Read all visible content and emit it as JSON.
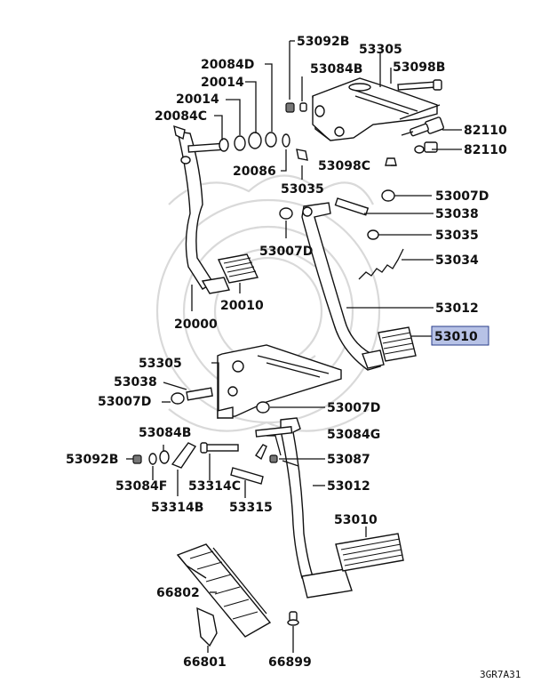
{
  "diagram": {
    "highlight_color": "#b7c2e6",
    "labels": [
      "53092B",
      "53305",
      "20084D",
      "53084B",
      "53098B",
      "20014",
      "20014",
      "20084C",
      "82110",
      "82110",
      "20086",
      "53098C",
      "53035",
      "53007D",
      "53038",
      "53035",
      "53007D",
      "53034",
      "53012",
      "20000",
      "20010",
      "53010",
      "53305",
      "53038",
      "53007D",
      "53007D",
      "53084B",
      "53084G",
      "53092B",
      "53087",
      "53084F",
      "53314C",
      "53012",
      "53314B",
      "53315",
      "53010",
      "66802",
      "66801",
      "66899"
    ],
    "highlighted_label_index": 21,
    "drawing_code": "3GR7A31"
  }
}
